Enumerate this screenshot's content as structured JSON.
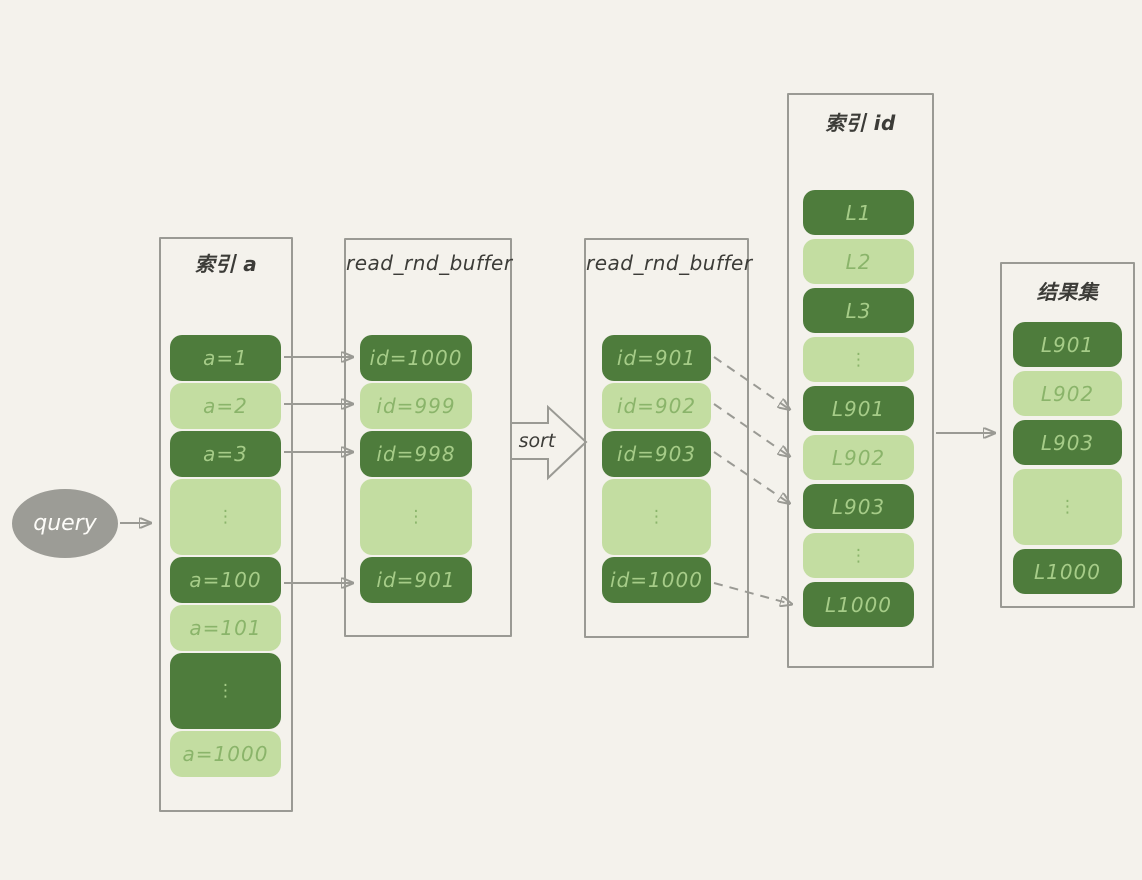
{
  "colors": {
    "background": "#f4f2ec",
    "panel_border": "#9a9a94",
    "arrow": "#9a9a94",
    "cell_dark": "#4e7c3c",
    "cell_dark_text": "#a6cc88",
    "cell_light": "#c3dda1",
    "cell_light_text": "#8ab46a",
    "bubble": "#9c9c96",
    "bubble_text": "#fdfcf8",
    "title_text": "#3c3c38"
  },
  "query_bubble": {
    "label": "query"
  },
  "sort_arrow": {
    "label": "sort"
  },
  "panels": [
    {
      "title": "索引 a",
      "cells": [
        {
          "label": "a=1",
          "tone": "dark"
        },
        {
          "label": "a=2",
          "tone": "light"
        },
        {
          "label": "a=3",
          "tone": "dark"
        },
        {
          "label": "⋮",
          "tone": "light",
          "kind": "ellipsis",
          "tall": true
        },
        {
          "label": "a=100",
          "tone": "dark"
        },
        {
          "label": "a=101",
          "tone": "light"
        },
        {
          "label": "⋮",
          "tone": "dark",
          "kind": "ellipsis",
          "tall": true
        },
        {
          "label": "a=1000",
          "tone": "light"
        }
      ]
    },
    {
      "title": "read_rnd_buffer",
      "cells": [
        {
          "label": "id=1000",
          "tone": "dark"
        },
        {
          "label": "id=999",
          "tone": "light"
        },
        {
          "label": "id=998",
          "tone": "dark"
        },
        {
          "label": "⋮",
          "tone": "light",
          "kind": "ellipsis",
          "tall": true
        },
        {
          "label": "id=901",
          "tone": "dark"
        }
      ]
    },
    {
      "title": "read_rnd_buffer",
      "cells": [
        {
          "label": "id=901",
          "tone": "dark"
        },
        {
          "label": "id=902",
          "tone": "light"
        },
        {
          "label": "id=903",
          "tone": "dark"
        },
        {
          "label": "⋮",
          "tone": "light",
          "kind": "ellipsis",
          "tall": true
        },
        {
          "label": "id=1000",
          "tone": "dark"
        }
      ]
    },
    {
      "title": "索引 id",
      "cells": [
        {
          "label": "L1",
          "tone": "dark"
        },
        {
          "label": "L2",
          "tone": "light"
        },
        {
          "label": "L3",
          "tone": "dark"
        },
        {
          "label": "⋮",
          "tone": "light",
          "kind": "ellipsis"
        },
        {
          "label": "L901",
          "tone": "dark"
        },
        {
          "label": "L902",
          "tone": "light"
        },
        {
          "label": "L903",
          "tone": "dark"
        },
        {
          "label": "⋮",
          "tone": "light",
          "kind": "ellipsis"
        },
        {
          "label": "L1000",
          "tone": "dark"
        }
      ]
    },
    {
      "title": "结果集",
      "cells": [
        {
          "label": "L901",
          "tone": "dark"
        },
        {
          "label": "L902",
          "tone": "light"
        },
        {
          "label": "L903",
          "tone": "dark"
        },
        {
          "label": "⋮",
          "tone": "light",
          "kind": "ellipsis",
          "tall": true
        },
        {
          "label": "L1000",
          "tone": "dark"
        }
      ]
    }
  ]
}
